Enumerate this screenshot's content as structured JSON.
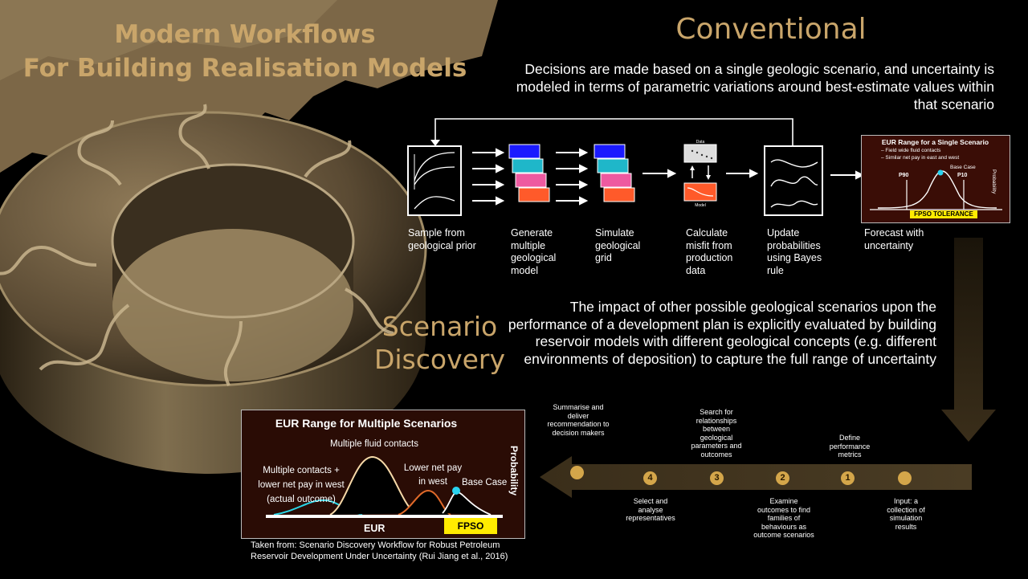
{
  "title": {
    "line1": "Modern Workflows",
    "line2": "For Building Realisation Models"
  },
  "conventional": {
    "heading": "Conventional",
    "description": "Decisions are made based on a single geologic scenario, and uncertainty is modeled in terms of parametric variations around best-estimate values within that scenario"
  },
  "workflow": {
    "steps": [
      {
        "id": "sample",
        "label": "Sample from geological prior"
      },
      {
        "id": "generate",
        "label": "Generate multiple geological model"
      },
      {
        "id": "simulate",
        "label": "Simulate geological grid"
      },
      {
        "id": "misfit",
        "label": "Calculate misfit from production data"
      },
      {
        "id": "update",
        "label": "Update probabilities using Bayes rule"
      },
      {
        "id": "forecast",
        "label": "Forecast with uncertainty"
      }
    ],
    "misfit_box": {
      "data_label": "Data",
      "model_label": "Model"
    },
    "colors": {
      "blue": "#1a1aff",
      "cyan": "#1fb7c9",
      "pink": "#ee5aa0",
      "orange": "#ff5a2a"
    }
  },
  "eur_single": {
    "title": "EUR Range for a Single Scenario",
    "bullets": [
      "Field wide fluid contacts",
      "Similar net pay in east and west"
    ],
    "labels": {
      "base_case": "Base Case",
      "p90": "P90",
      "p10": "P10",
      "probability": "Probability"
    },
    "fpso": "FPSO TOLERANCE"
  },
  "scenario": {
    "heading_line1": "Scenario",
    "heading_line2": "Discovery",
    "description": "The impact of other possible geological scenarios upon the performance of a development plan is explicitly evaluated by building reservoir models with different geological concepts (e.g. different environments of deposition) to capture the full range of uncertainty"
  },
  "timeline": {
    "above": [
      {
        "id": "summarise",
        "text": "Summarise and deliver recommendation to decision makers"
      },
      {
        "id": "search",
        "text": "Search for relationships between geological parameters and outcomes"
      },
      {
        "id": "define",
        "text": "Define performance metrics"
      }
    ],
    "below": [
      {
        "id": "select",
        "text": "Select and analyse representatives"
      },
      {
        "id": "examine",
        "text": "Examine outcomes to find families of behaviours as outcome scenarios"
      },
      {
        "id": "input",
        "text": "Input: a collection of simulation results"
      }
    ],
    "markers": [
      "4",
      "3",
      "2",
      "1"
    ],
    "accent": "#d4a64a"
  },
  "eur_multi": {
    "title": "EUR Range for Multiple Scenarios",
    "labels": {
      "multiple_fluid": "Multiple fluid contacts",
      "multiple_contacts_line1": "Multiple contacts +",
      "multiple_contacts_line2": "lower net pay in west",
      "multiple_contacts_line3": "(actual outcome)",
      "lower_net_line1": "Lower net pay",
      "lower_net_line2": "in west",
      "base_case": "Base Case",
      "eur": "EUR",
      "fpso": "FPSO",
      "probability": "Probability"
    }
  },
  "citation": {
    "line1": "Taken from: Scenario Discovery Workflow for Robust Petroleum",
    "line2": "Reservoir Development Under Uncertainty (Rui Jiang et al., 2016)"
  }
}
